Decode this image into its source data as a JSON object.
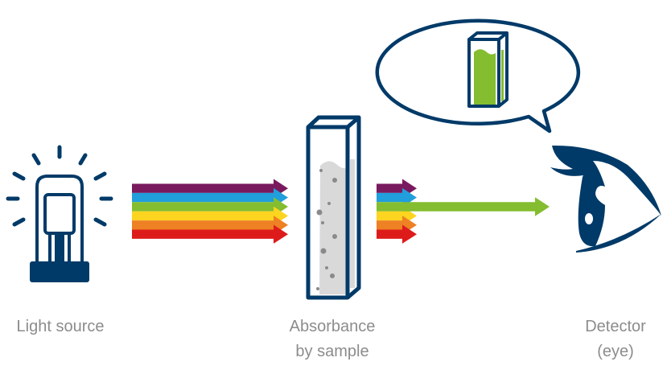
{
  "labels": {
    "light_source": "Light source",
    "absorbance_line1": "Absorbance",
    "absorbance_line2": "by sample",
    "detector_line1": "Detector",
    "detector_line2": "(eye)"
  },
  "colors": {
    "navy": "#003a68",
    "purple": "#7a1a5e",
    "blue": "#209fdc",
    "green": "#84bd2f",
    "yellow": "#fdd41f",
    "orange": "#ee8124",
    "red": "#de1b1b",
    "sample_gray": "#d9d9d9",
    "particle_gray": "#8a8a8a"
  },
  "spectrum": [
    "purple",
    "blue",
    "green",
    "yellow",
    "orange",
    "red"
  ],
  "transmitted_color": "green"
}
